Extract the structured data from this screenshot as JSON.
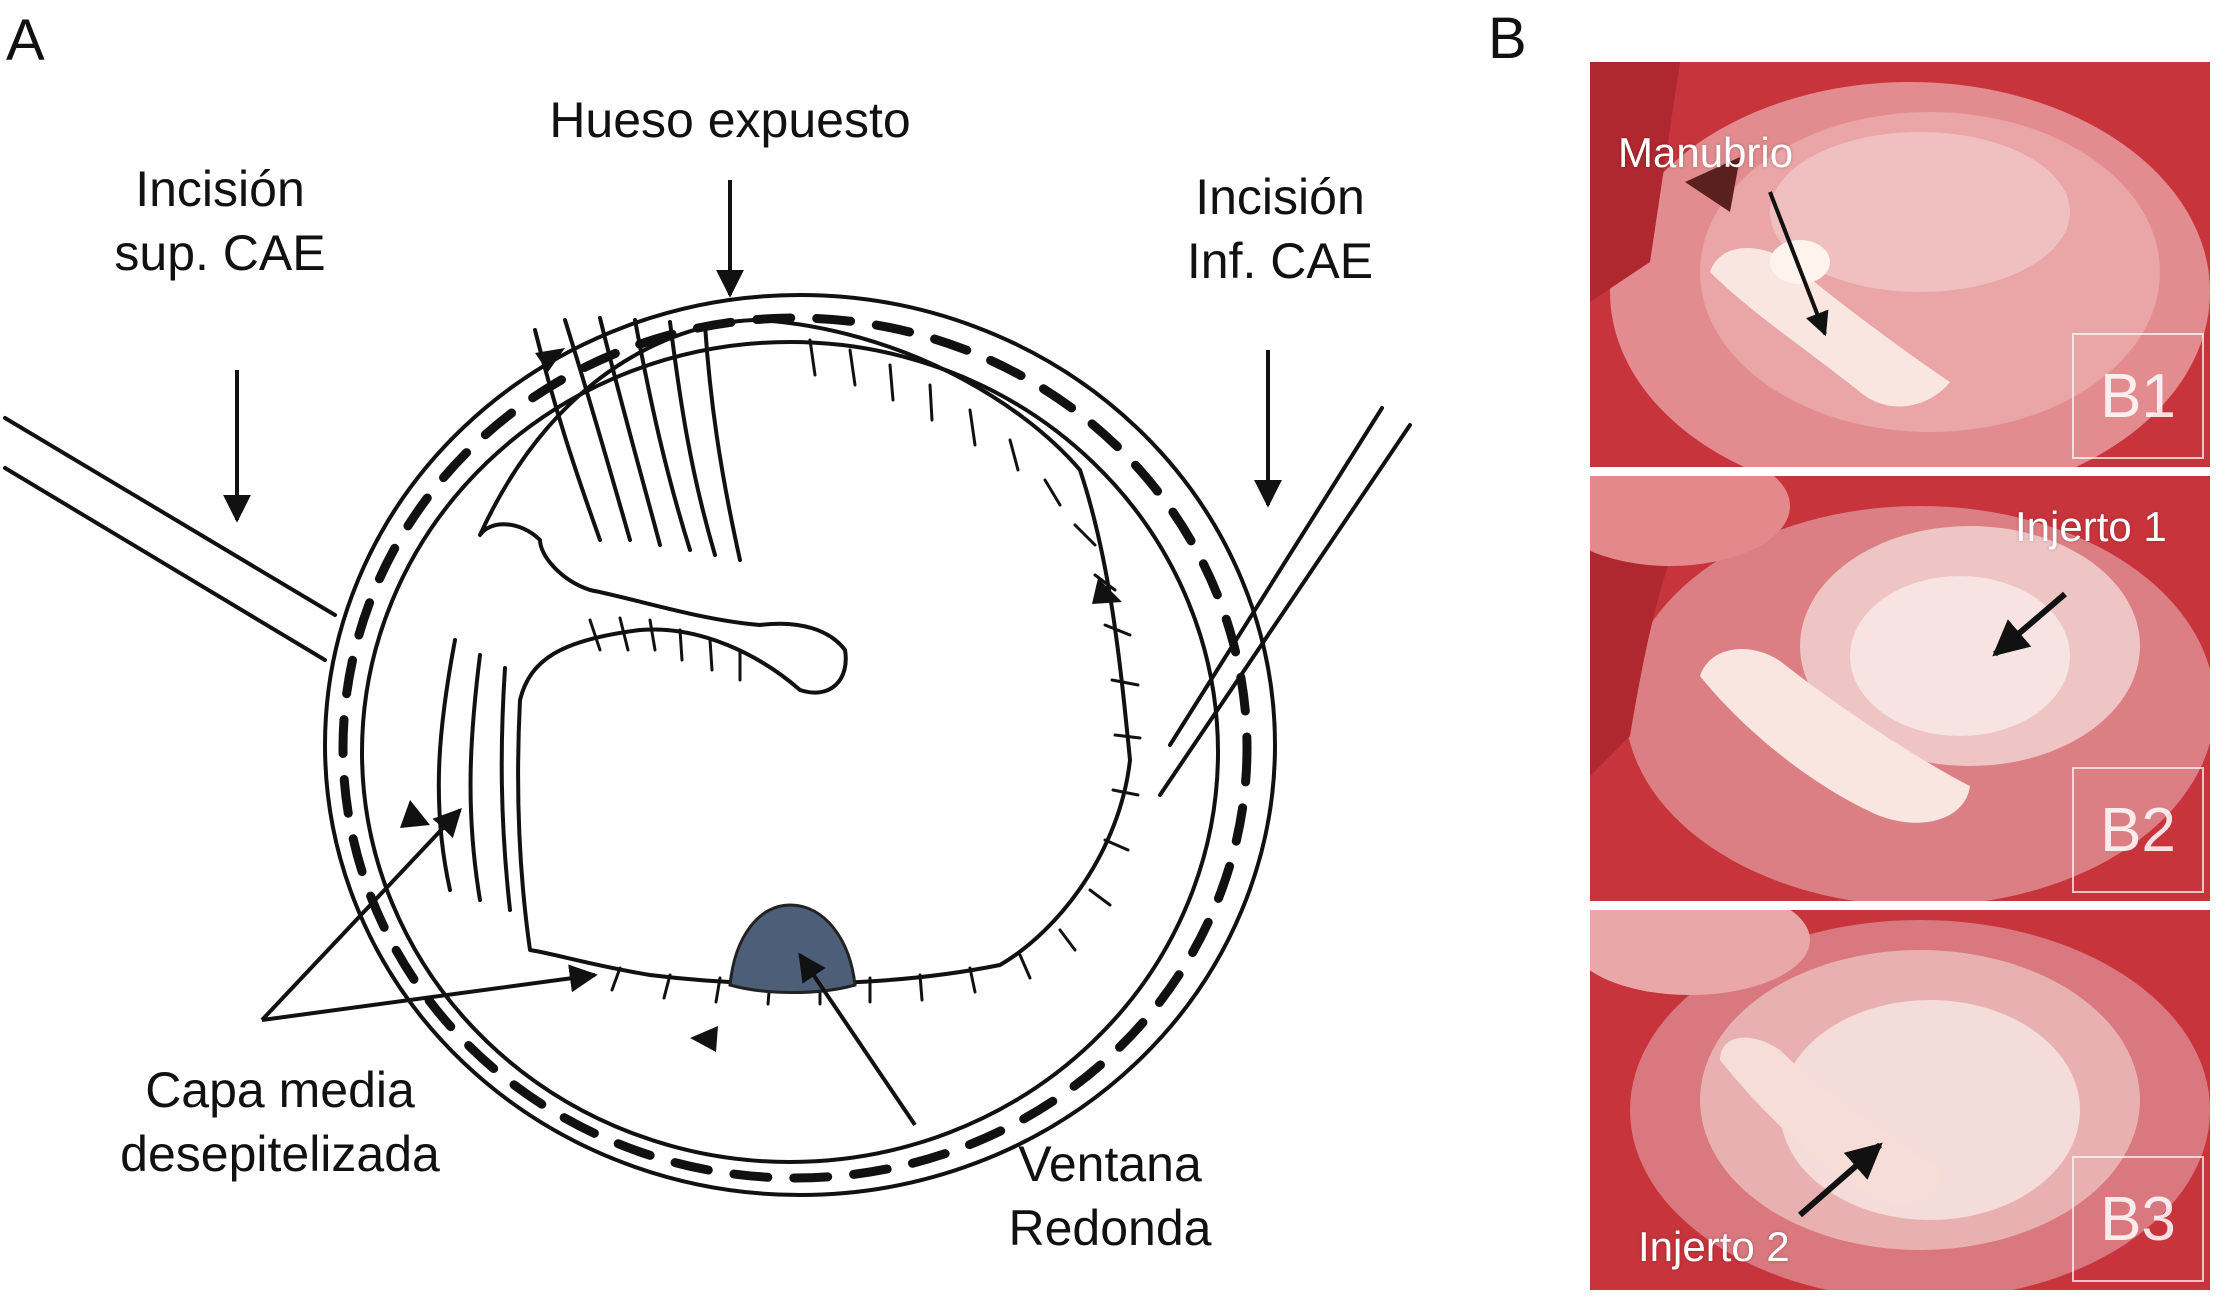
{
  "panels": {
    "a": "A",
    "b": "B"
  },
  "diagram_labels": {
    "hueso": "Hueso expuesto",
    "incision_sup": "Incisión\nsup. CAE",
    "incision_inf": "Incisión\nInf. CAE",
    "capa_media": "Capa media\ndesepitelizada",
    "ventana": "Ventana\nRedonda"
  },
  "photos": [
    {
      "tag": "B1",
      "label": "Manubrio"
    },
    {
      "tag": "B2",
      "label": "Injerto 1"
    },
    {
      "tag": "B3",
      "label": "Injerto 2"
    }
  ],
  "colors": {
    "round_window": "#4d5e78",
    "photo_red": "#c8343c",
    "photo_pink": "#e8a4a4"
  }
}
